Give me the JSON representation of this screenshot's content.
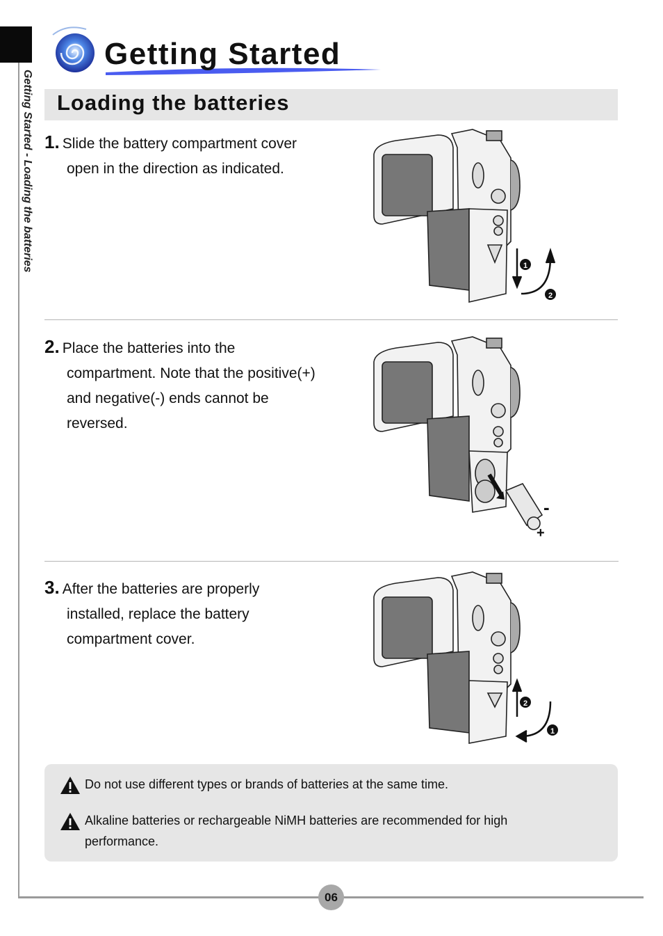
{
  "sidebar": {
    "title": "Getting Started - Loading the batteries"
  },
  "header": {
    "title": "Getting Started"
  },
  "section": {
    "title": "Loading the batteries"
  },
  "steps": [
    {
      "number": "1.",
      "lines": [
        "Slide the battery compartment cover",
        "open in the direction as indicated."
      ]
    },
    {
      "number": "2.",
      "lines": [
        "Place the batteries into the",
        "compartment. Note that the positive(+)",
        "and negative(-) ends cannot be",
        "reversed."
      ]
    },
    {
      "number": "3.",
      "lines": [
        "After the batteries are properly",
        "installed, replace the battery",
        "compartment cover."
      ]
    }
  ],
  "figures": {
    "fig1": {
      "marker_a": "1",
      "marker_b": "2"
    },
    "fig2": {
      "minus": "-",
      "plus": "+"
    },
    "fig3": {
      "marker_a": "2",
      "marker_b": "1"
    }
  },
  "notes": [
    {
      "text": "Do not use different types or brands of batteries at the same time."
    },
    {
      "text": "Alkaline batteries or rechargeable NiMH batteries are recommended for high performance."
    }
  ],
  "page_number": "06"
}
